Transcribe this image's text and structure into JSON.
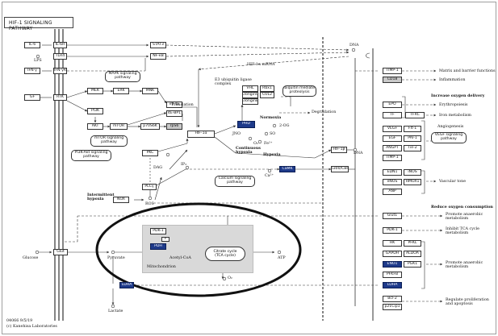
{
  "title": "HIF-1 SIGNALING PATHWAY",
  "footer": {
    "id": "04066 9/5/19",
    "copyright": "(c) Kanehisa Laboratories"
  },
  "mitochondrion_label": "Mitochondrion",
  "tca_label": "Citrate cycle\n(TCA cycle)",
  "colors": {
    "highlight": "#1e3a8a",
    "gray_box": "#c9c9c9",
    "line": "#333333",
    "mito_bg": "#d9d9d9"
  },
  "boxes": {
    "il6": "IL-6",
    "il6r": "IL-6R",
    "tlr4": "TLR4",
    "ifng": "IFN-γ",
    "ifngr": "IFN-γR",
    "stat3": "STAT3",
    "nfkb": "NF-κB",
    "gf": "GF",
    "rtk": "RTK",
    "mek": "MEK",
    "erk": "ERK",
    "mnk": "MNK",
    "pi3k": "PI3K",
    "akt": "AKT",
    "mtor": "mTOR",
    "ebp1": "4E-BP1",
    "eif4e": "eIF4E",
    "p70s6k": "p70S6K",
    "rps6": "rpS6",
    "hif1a": "HIF-1α",
    "vhl": "VHL",
    "rbx1": "Rbx1",
    "elongc": "ElonginC",
    "cul2": "CUL2",
    "elongb": "ElonginB",
    "phd": "PHD",
    "hif1b": "HIF-1β",
    "p300": "p300/CBP",
    "camk": "CaMK",
    "plcg": "PLCγ",
    "pkc": "PKC",
    "nox": "NOX",
    "timp1a": "TIMP-1",
    "cd18": "CD18",
    "epo": "EPO",
    "tf": "TF",
    "tfrc": "TFRC",
    "vegf": "VEGF",
    "flt1": "Flt-1",
    "egf": "EGF",
    "pai1": "PAI-1",
    "angpt": "ANGPT",
    "tie2": "Tie-2",
    "timp1b": "TIMP-1",
    "edn1": "EDN1",
    "inos": "iNOS",
    "enos": "eNOS",
    "hmox1": "HMOX1",
    "anp": "ANP",
    "glut1": "Glut1",
    "pdk1r": "PDK-1",
    "hk": "HK",
    "pfkl": "PFKL",
    "gapdh": "GAPDH",
    "aldoa": "ALDOA",
    "eno1": "ENO1",
    "pgk1": "PGK1",
    "pfkfb": "PFKFB",
    "ldha_r": "LDHA",
    "bcl2": "Bcl-2",
    "p21": "p21Cip1",
    "glut": "Glut",
    "pdk1": "PDK-1",
    "pdh": "PDH",
    "ldha": "LDHA",
    "ecm": "ECM"
  },
  "labels": {
    "lps": "LPS",
    "dna_top": "DNA",
    "hif1a_mrna": "HIF-1α mRNA",
    "mapk_path": "MAPK signaling pathway",
    "translation": "Translation",
    "e3": "E3 ubiquitin ligase\ncomplex",
    "ubiq": "Ubiquitin mediated\nproteolysis",
    "degradation": "Degradation",
    "normoxia": "Normoxia",
    "oh": "2-OG",
    "o2": "O₂",
    "fe": "Fe²⁺",
    "jnk": "JNO",
    "so": "SO",
    "cont_hypoxia": "Continuous\nhypoxia",
    "hypoxia": "Hypoxia",
    "dna_mid": "DNA",
    "mtor_path": "mTOR signaling\npathway",
    "pi3k_path": "PI3K-Akt signaling\npathway",
    "calcium_path": "Calcium signaling\npathway",
    "dag": "DAG",
    "ip3": "IP₃",
    "ca": "Ca²⁺",
    "intermittent": "Intermittent\nhypoxia",
    "ros": "ROS",
    "glucose": "Glucose",
    "pyruvate": "Pyruvate",
    "acetyl": "Acetyl-CoA",
    "atp": "ATP",
    "o2b": "O₂",
    "lactate": "Lactate",
    "matrix": "Matrix and barrier functions",
    "inflammation": "Inflammation",
    "increase_o2": "Increase oxygen delivery",
    "erythro": "Erythropoiesis",
    "iron": "Iron metabolism",
    "angio": "Angiogenesis",
    "vegf_path": "VEGF signaling\npathway",
    "vascular": "Vascular tone",
    "reduce_o2": "Reduce oxygen consumption",
    "anaerobic1": "Promote anaerobic\nmetabolism",
    "inhibit_tca": "Inhibit TCA cycle\nmetabolism",
    "anaerobic2": "Promote anaerobic\nmetabolism",
    "prolif": "Regulate proliferation\nand apoptosis",
    "p1": "P"
  }
}
